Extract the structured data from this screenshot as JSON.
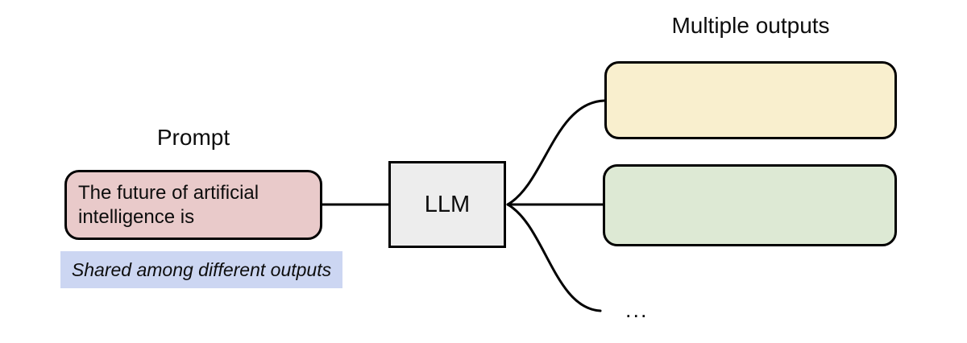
{
  "diagram": {
    "prompt": {
      "label": "Prompt",
      "text": "The future of artificial intelligence is",
      "note": "Shared among different outputs"
    },
    "model": {
      "label": "LLM"
    },
    "outputs": {
      "label": "Multiple outputs",
      "ellipsis": "..."
    },
    "colors": {
      "prompt_fill": "#e9caca",
      "note_fill": "#ccd6f2",
      "model_fill": "#ededed",
      "output1_fill": "#f9efce",
      "output2_fill": "#dde9d4",
      "stroke": "#000000"
    }
  }
}
